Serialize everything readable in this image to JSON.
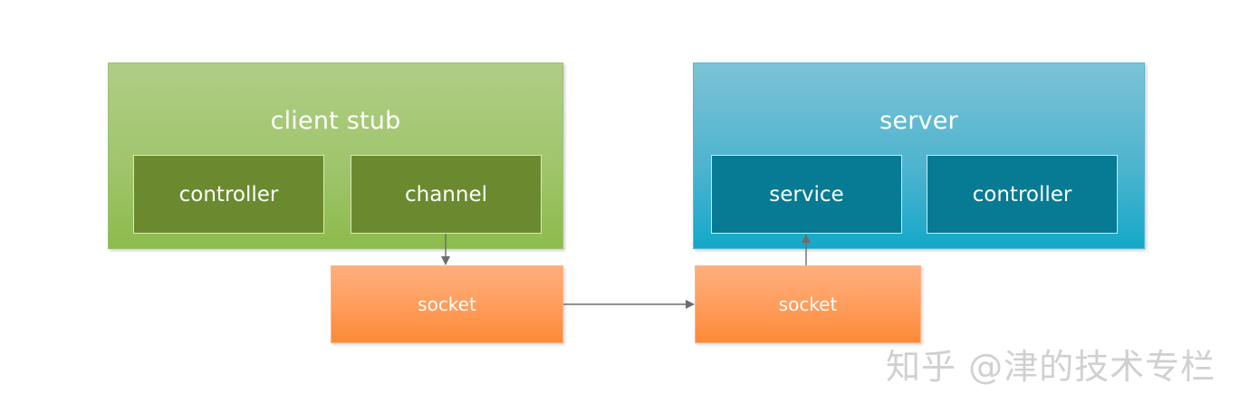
{
  "client": {
    "title": "client stub",
    "controller": "controller",
    "channel": "channel",
    "socket": "socket"
  },
  "server": {
    "title": "server",
    "service": "service",
    "controller": "controller",
    "socket": "socket"
  },
  "watermark": "知乎 @津的技术专栏",
  "colors": {
    "client_group": "#a0c56c",
    "client_inner": "#6b8a30",
    "server_group": "#4fb4cf",
    "server_inner": "#067b93",
    "socket": "#ff9c5a",
    "connector": "#6d6d6d"
  }
}
